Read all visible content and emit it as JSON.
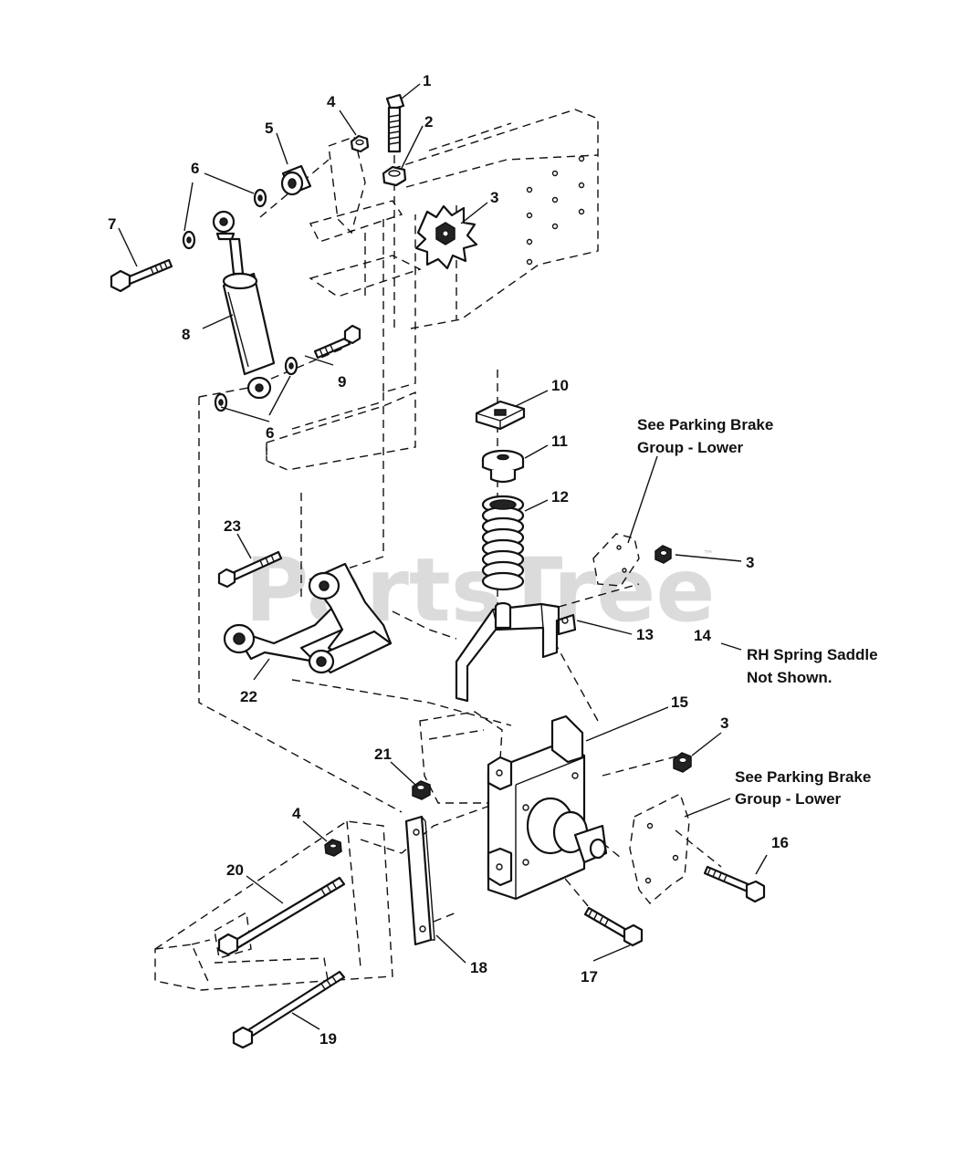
{
  "watermark": {
    "text": "PartsTree",
    "trademark": "™"
  },
  "callouts": {
    "c1": "1",
    "c2": "2",
    "c3a": "3",
    "c3b": "3",
    "c3c": "3",
    "c4a": "4",
    "c4b": "4",
    "c5": "5",
    "c6a": "6",
    "c6b": "6",
    "c7": "7",
    "c8": "8",
    "c9": "9",
    "c10": "10",
    "c11": "11",
    "c12": "12",
    "c13": "13",
    "c14": "14",
    "c15": "15",
    "c16": "16",
    "c17": "17",
    "c18": "18",
    "c19": "19",
    "c20": "20",
    "c21": "21",
    "c22": "22",
    "c23": "23"
  },
  "notes": {
    "parking_brake_upper": [
      "See Parking Brake",
      "Group - Lower"
    ],
    "rh_spring_saddle": [
      "RH Spring Saddle",
      "Not Shown."
    ],
    "parking_brake_lower": [
      "See Parking Brake",
      "Group - Lower"
    ]
  }
}
